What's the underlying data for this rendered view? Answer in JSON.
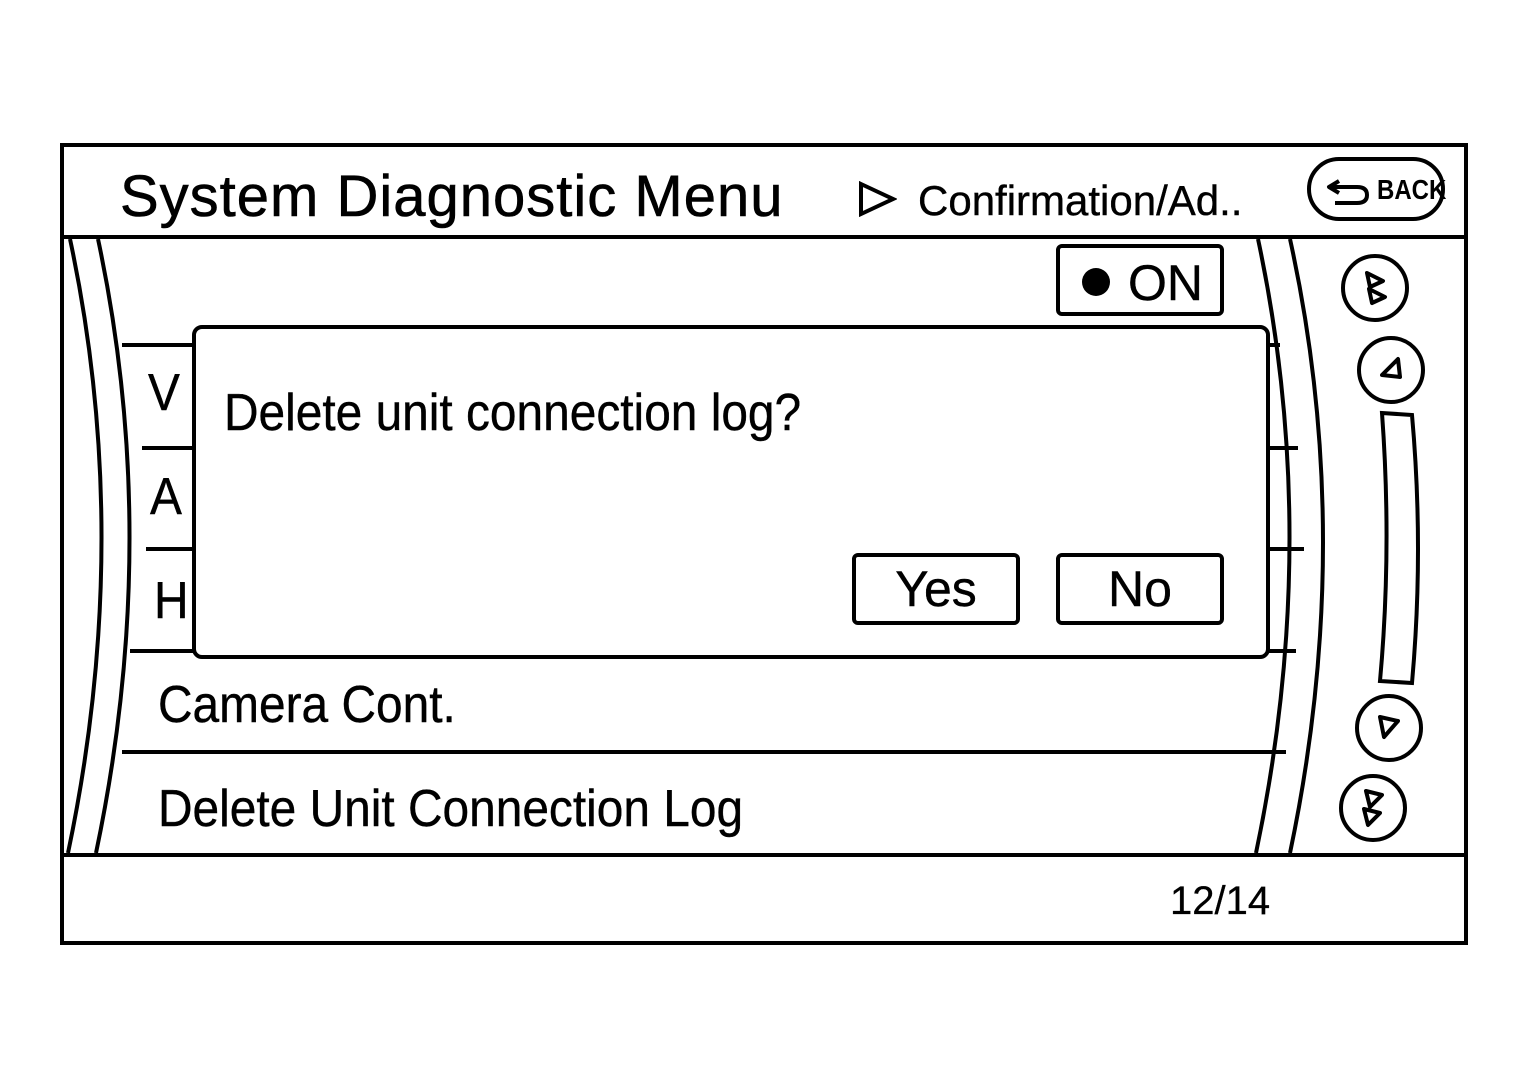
{
  "header": {
    "title": "System Diagnostic Menu",
    "breadcrumb": "Confirmation/Ad..",
    "back_label": "BACK"
  },
  "toggle": {
    "label": "ON"
  },
  "list": {
    "partial_items": [
      "V",
      "A",
      "H"
    ],
    "items": [
      "Camera Cont.",
      "Delete Unit Connection Log"
    ]
  },
  "dialog": {
    "message": "Delete unit connection log?",
    "yes_label": "Yes",
    "no_label": "No"
  },
  "pager": {
    "text": "12/14"
  },
  "icons": {
    "back": "back-arrow-icon",
    "breadcrumb": "triangle-right-icon",
    "scroll_top": "double-chevron-up-icon",
    "scroll_up": "chevron-up-icon",
    "scroll_down": "chevron-down-icon",
    "scroll_bottom": "double-chevron-down-icon"
  }
}
